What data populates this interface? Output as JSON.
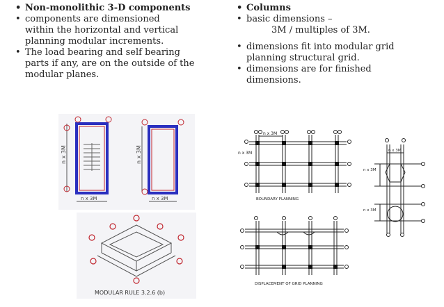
{
  "left": {
    "b1": "Non-monolithic 3-D components",
    "b2": [
      "components are dimensioned",
      "within the horizontal and vertical",
      "planning modular increments."
    ],
    "b3": [
      "The load bearing and self bearing",
      "parts if any, are on the outside of the",
      "modular planes."
    ]
  },
  "right": {
    "b1": "Columns",
    "b2": [
      "basic dimensions –",
      "3M / multiples of 3M."
    ],
    "b3": [
      "dimensions fit into modular grid",
      "planning structural grid."
    ],
    "b4": [
      "dimensions are for finished",
      "dimensions."
    ]
  },
  "figures": {
    "dim_3m": "n x 3M",
    "dim_3m_b": "n x 3M",
    "dim_3m_bottom": "n x 3M",
    "dim_3m_bottom2": "n x 3M",
    "modular_rule": "MODULAR RULE 3.2.6 (b)",
    "grid_top_label": "n x 3M",
    "grid_left_label": "n x 3M",
    "boundary_planning": "BOUNDARY PLANNING",
    "displacement_planning": "DISPLACEMENT OF GRID PLANNING",
    "col_label_top": "n x 3M",
    "col_label_mid": "n x 3M",
    "col_label_low": "n x 3M"
  },
  "colors": {
    "accent": "#2a2fbf",
    "mark": "#c0262f",
    "sketch": "#555555"
  }
}
